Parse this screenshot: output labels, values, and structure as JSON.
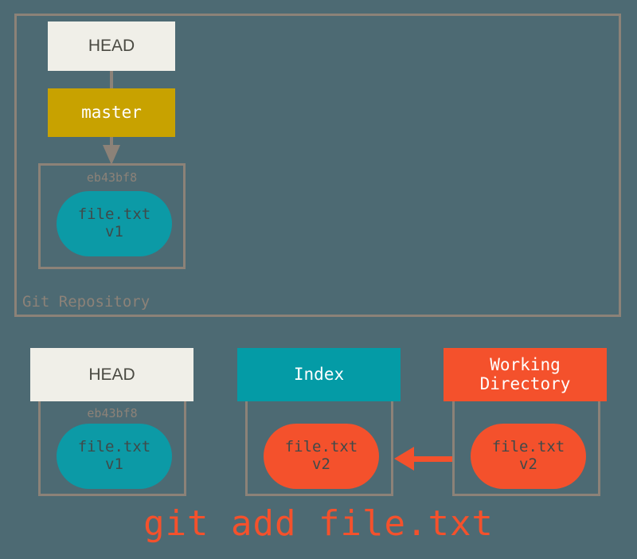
{
  "diagram": {
    "title": "git add file.txt",
    "colors": {
      "background": "#4d6a73",
      "frame_border": "#8c8278",
      "head_fill": "#f0efe8",
      "head_text": "#4a4a42",
      "master_fill": "#c8a200",
      "index_fill": "#049ba6",
      "blob_teal": "#0c9aa6",
      "working_directory_fill": "#f4512c",
      "blob_red": "#f4512c",
      "command_text": "#f4512c",
      "sha_text": "#8c8278"
    }
  },
  "repository": {
    "label": "Git Repository",
    "head": {
      "label": "HEAD"
    },
    "branch": {
      "label": "master"
    },
    "commit": {
      "sha": "eb43bf8",
      "blob": {
        "filename": "file.txt",
        "version": "v1"
      }
    }
  },
  "areas": [
    {
      "id": "head",
      "label": "HEAD",
      "sha": "eb43bf8",
      "blob": {
        "filename": "file.txt",
        "version": "v1"
      }
    },
    {
      "id": "index",
      "label": "Index",
      "blob": {
        "filename": "file.txt",
        "version": "v2"
      }
    },
    {
      "id": "working-directory",
      "label": "Working\nDirectory",
      "blob": {
        "filename": "file.txt",
        "version": "v2"
      }
    }
  ],
  "command": {
    "text": "git add file.txt"
  },
  "arrows": [
    {
      "id": "master-to-commit",
      "from": "master",
      "to": "commit",
      "direction": "down",
      "color": "#8c8278"
    },
    {
      "id": "working-directory-to-index",
      "from": "working-directory",
      "to": "index",
      "direction": "left",
      "color": "#f4512c"
    }
  ]
}
